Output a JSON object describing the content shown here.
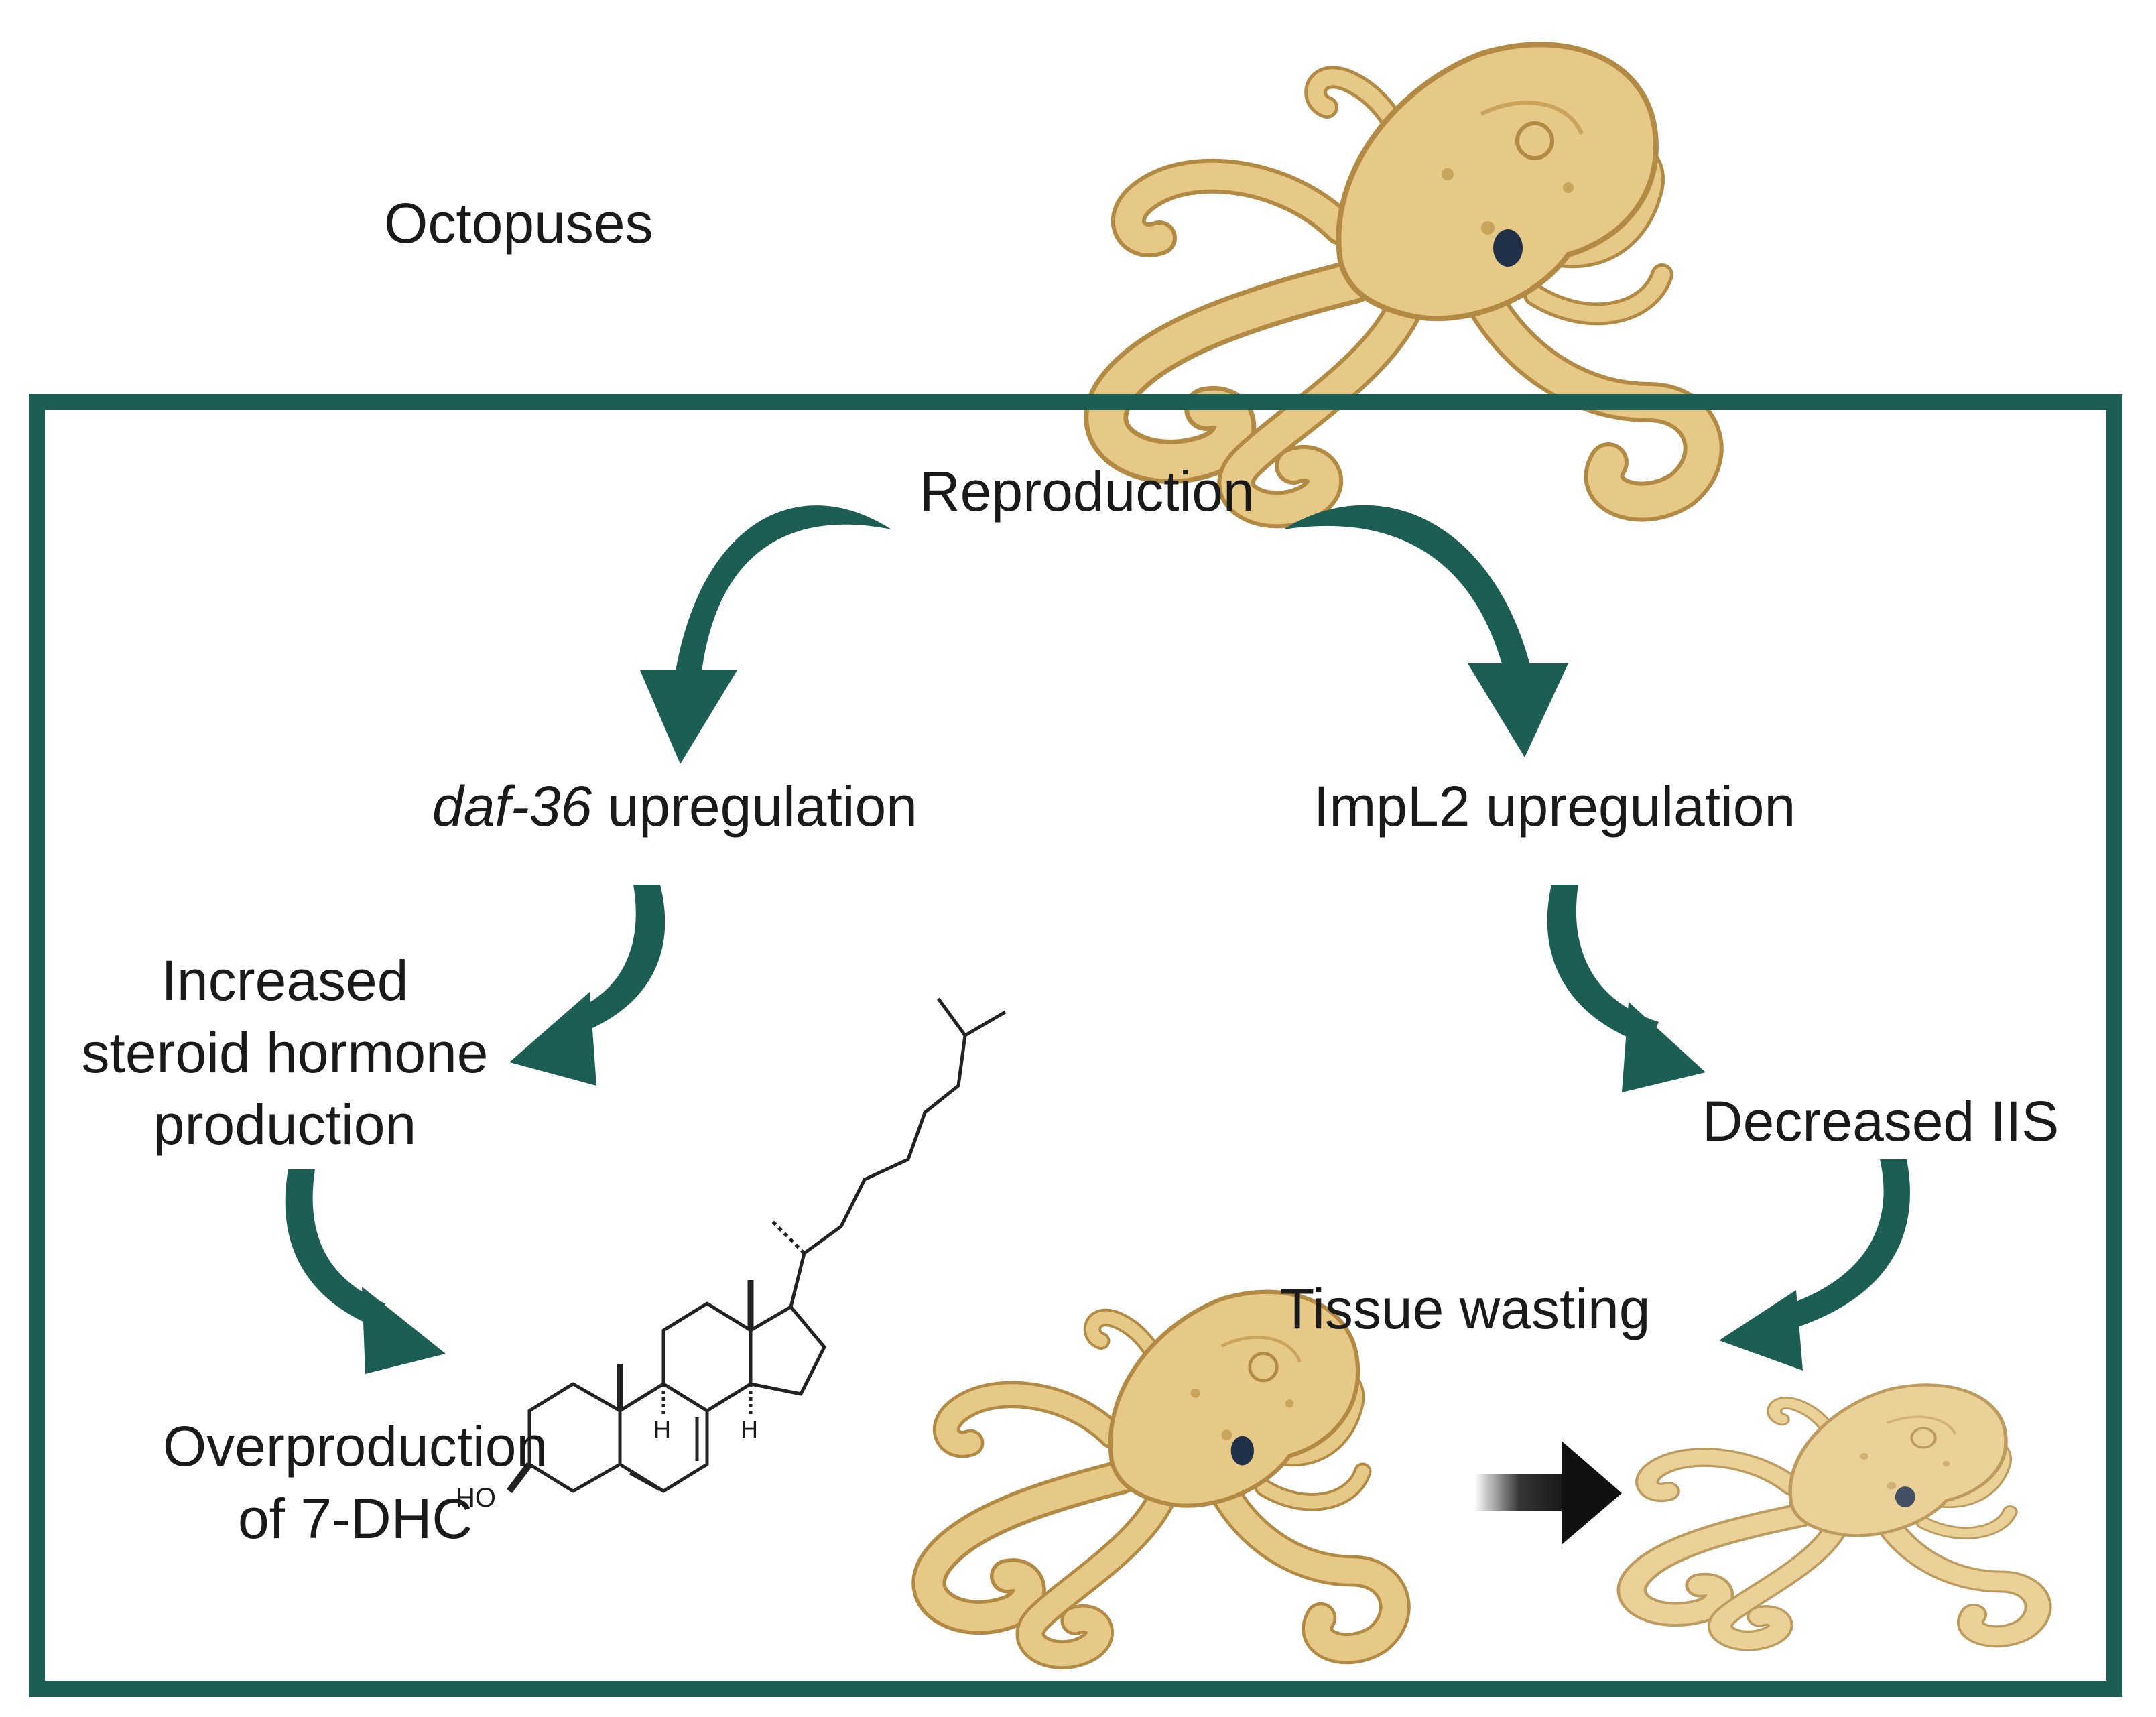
{
  "labels": {
    "species": "Octopuses",
    "reproduction": "Reproduction",
    "daf36_gene": "daf-36",
    "daf36_suffix": " upregulation",
    "impl2": "ImpL2 upregulation",
    "steroid_line1": "Increased",
    "steroid_line2": "steroid hormone",
    "steroid_line3": "production",
    "dhc_line1": "Overproduction",
    "dhc_line2": "of 7-DHC",
    "decreased_iis": "Decreased IIS",
    "tissue_wasting": "Tissue wasting"
  },
  "molecule_labels": {
    "ho": "HO",
    "h1": "H",
    "h2": "H"
  },
  "colors": {
    "frame": "#1d5e54",
    "arrow": "#1d5e54",
    "octopus_body": "#e7c987",
    "octopus_outline": "#b28a43",
    "octopus_eye": "#22314a",
    "transition_arrow": "#111111",
    "text": "#1a1a1a"
  }
}
